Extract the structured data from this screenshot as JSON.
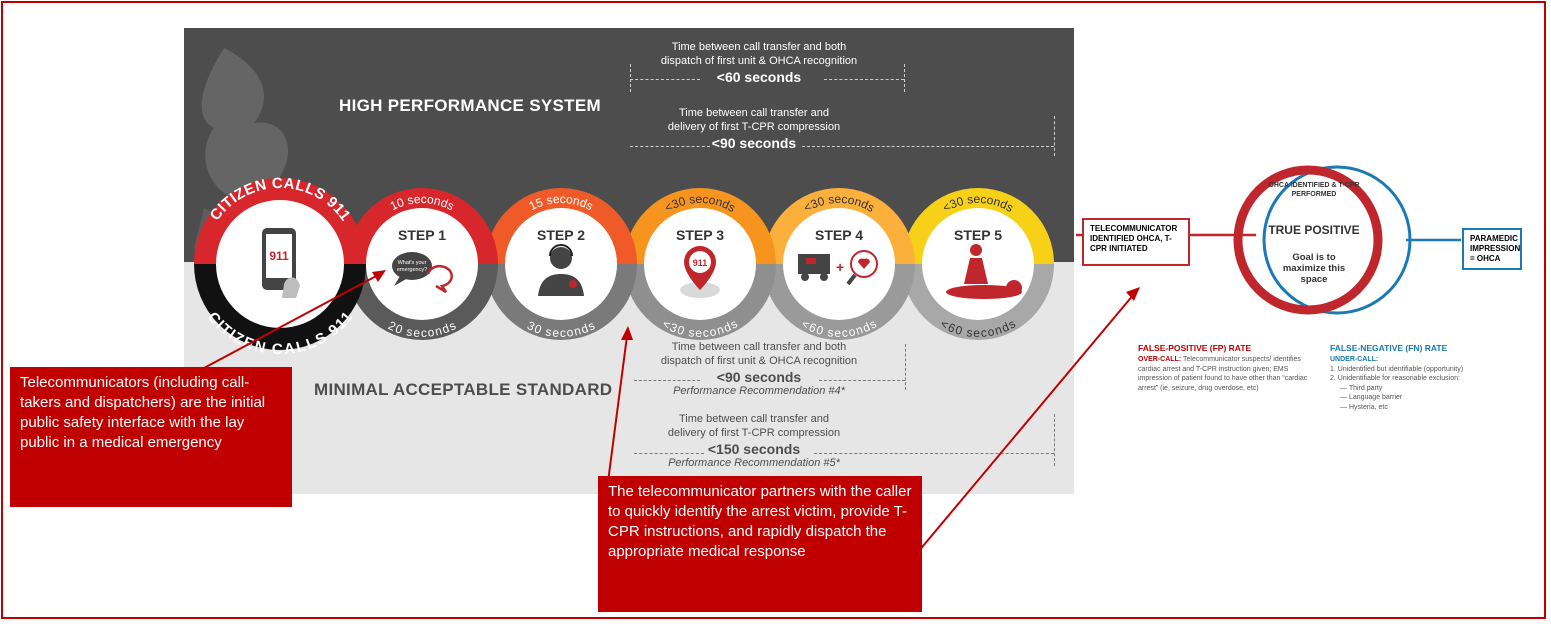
{
  "infographic": {
    "top_header": "HIGH PERFORMANCE SYSTEM",
    "bottom_header": "MINIMAL ACCEPTABLE STANDARD",
    "top_metric_1": {
      "line1": "Time between call transfer and both",
      "line2": "dispatch of first unit & OHCA recognition",
      "value": "<60 seconds"
    },
    "top_metric_2": {
      "line1": "Time between call transfer and",
      "line2": "delivery of first T-CPR compression",
      "value": "<90 seconds"
    },
    "bottom_metric_1": {
      "line1": "Time between call transfer and both",
      "line2": "dispatch of first unit & OHCA recognition",
      "value": "<90 seconds",
      "rec": "Performance Recommendation #4*"
    },
    "bottom_metric_2": {
      "line1": "Time between call transfer and",
      "line2": "delivery of first T-CPR compression",
      "value": "<150 seconds",
      "rec": "Performance Recommendation #5*"
    },
    "citizen": {
      "arc_top": "CITIZEN CALLS 911",
      "arc_bottom": "CITIZEN CALLS 911",
      "phone_text": "911"
    },
    "steps": [
      {
        "label": "STEP 1",
        "top_time": "10 seconds",
        "bottom_time": "20 seconds",
        "icon": "speech-bubble-icon",
        "bubble_text": "What's your emergency?",
        "color": "#d7262c"
      },
      {
        "label": "STEP 2",
        "top_time": "15 seconds",
        "bottom_time": "30 seconds",
        "icon": "dispatcher-headset-icon",
        "color": "#ef5a28"
      },
      {
        "label": "STEP 3",
        "top_time": "<30 seconds",
        "bottom_time": "<30 seconds",
        "icon": "map-pin-911-icon",
        "pin_text": "911",
        "color": "#f7941d"
      },
      {
        "label": "STEP 4",
        "top_time": "<30 seconds",
        "bottom_time": "<60 seconds",
        "icon": "ambulance-heart-icon",
        "color": "#fbb03b"
      },
      {
        "label": "STEP 5",
        "top_time": "<30 seconds",
        "bottom_time": "<60 seconds",
        "icon": "cpr-icon",
        "color": "#f7d117"
      }
    ]
  },
  "callouts": {
    "left": "Telecommunicators (including call-takers and dispatchers) are the initial public safety interface with the lay public in a medical emergency",
    "bottom": "The telecommunicator partners with the caller to quickly identify the arrest victim, provide T-CPR instructions, and rapidly dispatch the appropriate medical response"
  },
  "venn": {
    "left_box": "TELECOMMUNICATOR IDENTIFIED OHCA, T-CPR INITIATED",
    "right_box": "PARAMEDIC IMPRESSION = OHCA",
    "center_top": "OHCA IDENTIFIED & T-CPR PERFORMED",
    "center_main": "TRUE POSITIVE",
    "center_goal": "Goal is to maximize this space",
    "fp_title": "FALSE-POSITIVE (FP) RATE",
    "fp_lead": "OVER-CALL:",
    "fp_body": "Telecommunicator suspects/ identifies cardiac arrest and T-CPR instruction given; EMS impression of patient found to have other than “cardiac arrest” (ie, seizure, drug overdose, etc)",
    "fn_title": "FALSE-NEGATIVE (FN) RATE",
    "fn_lead": "UNDER-CALL:",
    "fn_items": [
      "1. Unidentified but identifiable (opportunity)",
      "2. Unidentifiable for reasonable exclusion:",
      "— Third party",
      "— Language barrier",
      "— Hysteria, etc"
    ],
    "colors": {
      "red": "#c0272d",
      "blue": "#1a7ab5"
    }
  }
}
